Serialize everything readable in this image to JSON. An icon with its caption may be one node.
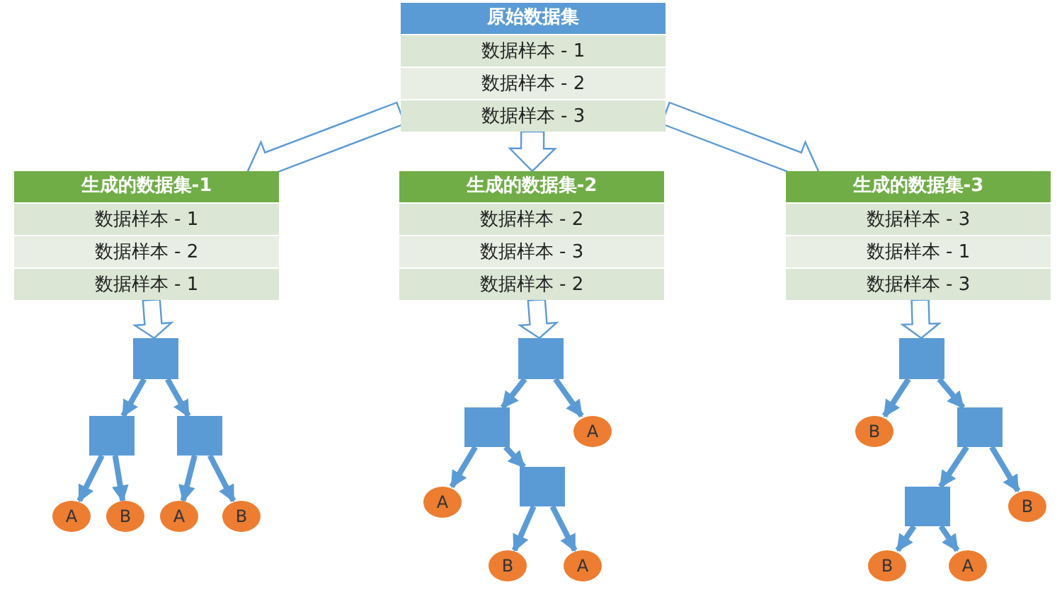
{
  "diagram": {
    "nodes": [
      {
        "text": [
          "原始数据集"
        ]
      },
      {
        "text": [
          "数据样本 - 1"
        ],
        "in": 0
      },
      {
        "text": [
          "数据样本 - 2"
        ],
        "in": 0
      },
      {
        "text": [
          "数据样本 - 3"
        ],
        "in": 0
      },
      {
        "text": [
          "生成的数据集-1"
        ]
      },
      {
        "text": [
          "数据样本 - 1"
        ],
        "in": 4
      },
      {
        "text": [
          "数据样本 - 2"
        ],
        "in": 4
      },
      {
        "text": [
          "数据样本 - 1"
        ],
        "in": 4
      },
      {
        "text": [
          "生成的数据集-2"
        ]
      },
      {
        "text": [
          "数据样本 - 2"
        ],
        "in": 8
      },
      {
        "text": [
          "数据样本 - 3"
        ],
        "in": 8
      },
      {
        "text": [
          "数据样本 - 2"
        ],
        "in": 8
      },
      {
        "text": [
          "生成的数据集-3"
        ]
      },
      {
        "text": [
          "数据样本 - 3"
        ],
        "in": 12
      },
      {
        "text": [
          "数据样本 - 1"
        ],
        "in": 12
      },
      {
        "text": [
          "数据样本 - 3"
        ],
        "in": 12
      },
      {
        "text": [],
        "shape": "box"
      },
      {
        "text": [],
        "shape": "box"
      },
      {
        "text": [],
        "shape": "box"
      },
      {
        "text": [
          "A"
        ]
      },
      {
        "text": [
          "B"
        ]
      },
      {
        "text": [
          "A"
        ]
      },
      {
        "text": [
          "B"
        ]
      },
      {
        "text": [],
        "shape": "box"
      },
      {
        "text": [],
        "shape": "box"
      },
      {
        "text": [
          "A"
        ]
      },
      {
        "text": [
          "A"
        ]
      },
      {
        "text": [],
        "shape": "box"
      },
      {
        "text": [
          "B"
        ]
      },
      {
        "text": [
          "A"
        ]
      },
      {
        "text": [],
        "shape": "box"
      },
      {
        "text": [
          "B"
        ]
      },
      {
        "text": [],
        "shape": "box"
      },
      {
        "text": [],
        "shape": "box"
      },
      {
        "text": [
          "B"
        ]
      },
      {
        "text": [
          "B"
        ]
      },
      {
        "text": [
          "A"
        ]
      }
    ],
    "edges": [
      {
        "from": 0,
        "to": 4,
        "arrow": "to",
        "style": "thick"
      },
      {
        "from": 0,
        "to": 8,
        "arrow": "to",
        "style": "thick"
      },
      {
        "from": 0,
        "to": 12,
        "arrow": "to",
        "style": "thick"
      },
      {
        "from": 4,
        "to": 16,
        "arrow": "to",
        "style": "thick"
      },
      {
        "from": 8,
        "to": 23,
        "arrow": "to",
        "style": "thick"
      },
      {
        "from": 12,
        "to": 30,
        "arrow": "to",
        "style": "thick"
      },
      {
        "from": 16,
        "to": 17,
        "arrow": "to"
      },
      {
        "from": 16,
        "to": 18,
        "arrow": "to"
      },
      {
        "from": 17,
        "to": 19,
        "arrow": "to"
      },
      {
        "from": 17,
        "to": 20,
        "arrow": "to"
      },
      {
        "from": 18,
        "to": 21,
        "arrow": "to"
      },
      {
        "from": 18,
        "to": 22,
        "arrow": "to"
      },
      {
        "from": 23,
        "to": 24,
        "arrow": "to"
      },
      {
        "from": 23,
        "to": 25,
        "arrow": "to"
      },
      {
        "from": 24,
        "to": 26,
        "arrow": "to"
      },
      {
        "from": 24,
        "to": 27,
        "arrow": "to"
      },
      {
        "from": 27,
        "to": 28,
        "arrow": "to"
      },
      {
        "from": 27,
        "to": 29,
        "arrow": "to"
      },
      {
        "from": 30,
        "to": 31,
        "arrow": "to"
      },
      {
        "from": 30,
        "to": 32,
        "arrow": "to"
      },
      {
        "from": 32,
        "to": 33,
        "arrow": "to"
      },
      {
        "from": 32,
        "to": 34,
        "arrow": "to"
      },
      {
        "from": 33,
        "to": 35,
        "arrow": "to"
      },
      {
        "from": 33,
        "to": 36,
        "arrow": "to"
      }
    ]
  }
}
